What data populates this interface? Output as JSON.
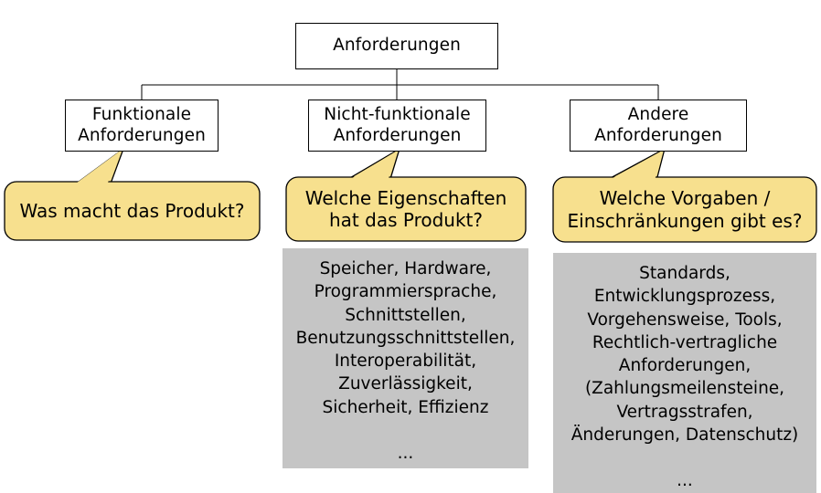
{
  "diagram": {
    "type": "tree",
    "title": "Anforderungen",
    "language": "de",
    "colors": {
      "callout_fill": "#F7E08E",
      "callout_border": "#000000",
      "panel_fill": "#C5C5C5",
      "node_fill": "#FFFFFF",
      "node_border": "#000000",
      "connector": "#000000"
    },
    "root": {
      "label": "Anforderungen"
    },
    "children": [
      {
        "id": "functional",
        "label": "Funktionale\nAnforderungen",
        "callout": "Was macht das Produkt?",
        "detail": null
      },
      {
        "id": "nonfunctional",
        "label": "Nicht-funktionale\nAnforderungen",
        "callout": "Welche Eigenschaften\nhat das Produkt?",
        "detail": "Speicher, Hardware,\nProgrammiersprache,\nSchnittstellen,\nBenutzungsschnittstellen,\nInteroperabilität,\nZuverlässigkeit,\nSicherheit, Effizienz\n\n..."
      },
      {
        "id": "other",
        "label": "Andere\nAnforderungen",
        "callout": "Welche Vorgaben /\nEinschränkungen gibt es?",
        "detail": "Standards,\nEntwicklungsprozess,\nVorgehensweise, Tools,\nRechtlich-vertragliche\nAnforderungen,\n(Zahlungsmeilensteine,\nVertragsstrafen,\nÄnderungen, Datenschutz)\n\n..."
      }
    ]
  }
}
